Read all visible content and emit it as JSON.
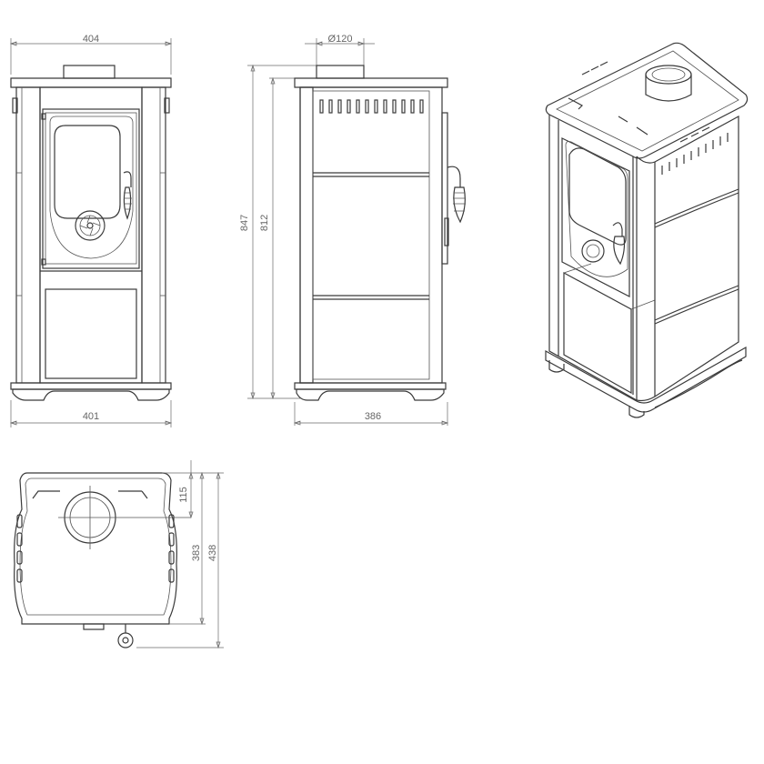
{
  "dimensions": {
    "front_top_width": "404",
    "front_base_width": "401",
    "side_depth": "386",
    "flue_diameter": "Ø120",
    "total_height": "847",
    "flue_height": "812",
    "plan_flue_offset": "115",
    "plan_depth_body": "383",
    "plan_depth_total": "438"
  },
  "colors": {
    "line": "#3a3a3a",
    "dimension": "#666666"
  }
}
